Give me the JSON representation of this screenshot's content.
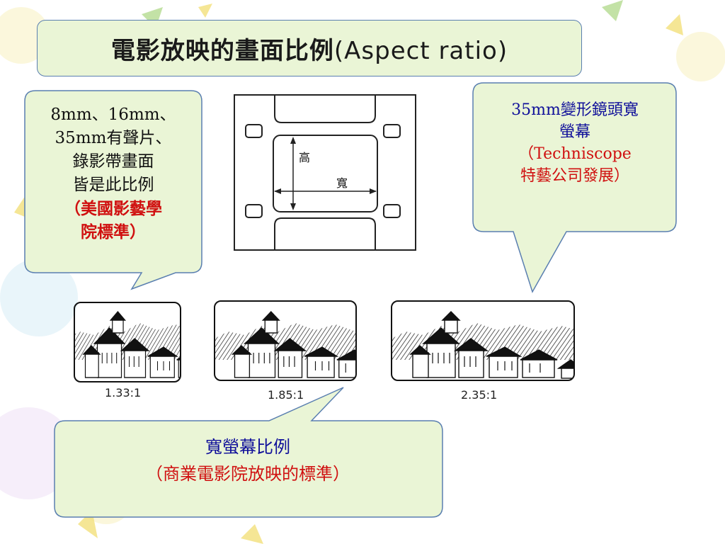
{
  "slide": {
    "title_cn": "電影放映的畫面比例",
    "title_en": "(Aspect ratio)"
  },
  "left_callout": {
    "line1": "8mm、16mm、",
    "line2": "35mm有聲片、",
    "line3": "錄影帶畫面",
    "line4": "皆是此比例",
    "line5": "（美國影藝學",
    "line6": "院標準）"
  },
  "right_callout": {
    "line1": "35mm變形鏡頭寬",
    "line2": "螢幕",
    "line3": "（Techniscope",
    "line4": "特藝公司發展）"
  },
  "bottom_callout": {
    "line1": "寬螢幕比例",
    "line2": "（商業電影院放映的標準）"
  },
  "frame_diagram": {
    "height_label": "高",
    "width_label": "寬"
  },
  "ratios": {
    "r1": "1.33:1",
    "r2": "1.85:1",
    "r3": "2.35:1"
  },
  "colors": {
    "callout_fill": "#eaf5d6",
    "callout_border": "#5a7fb0",
    "accent_red": "#d01010",
    "accent_blue": "#10109a"
  }
}
